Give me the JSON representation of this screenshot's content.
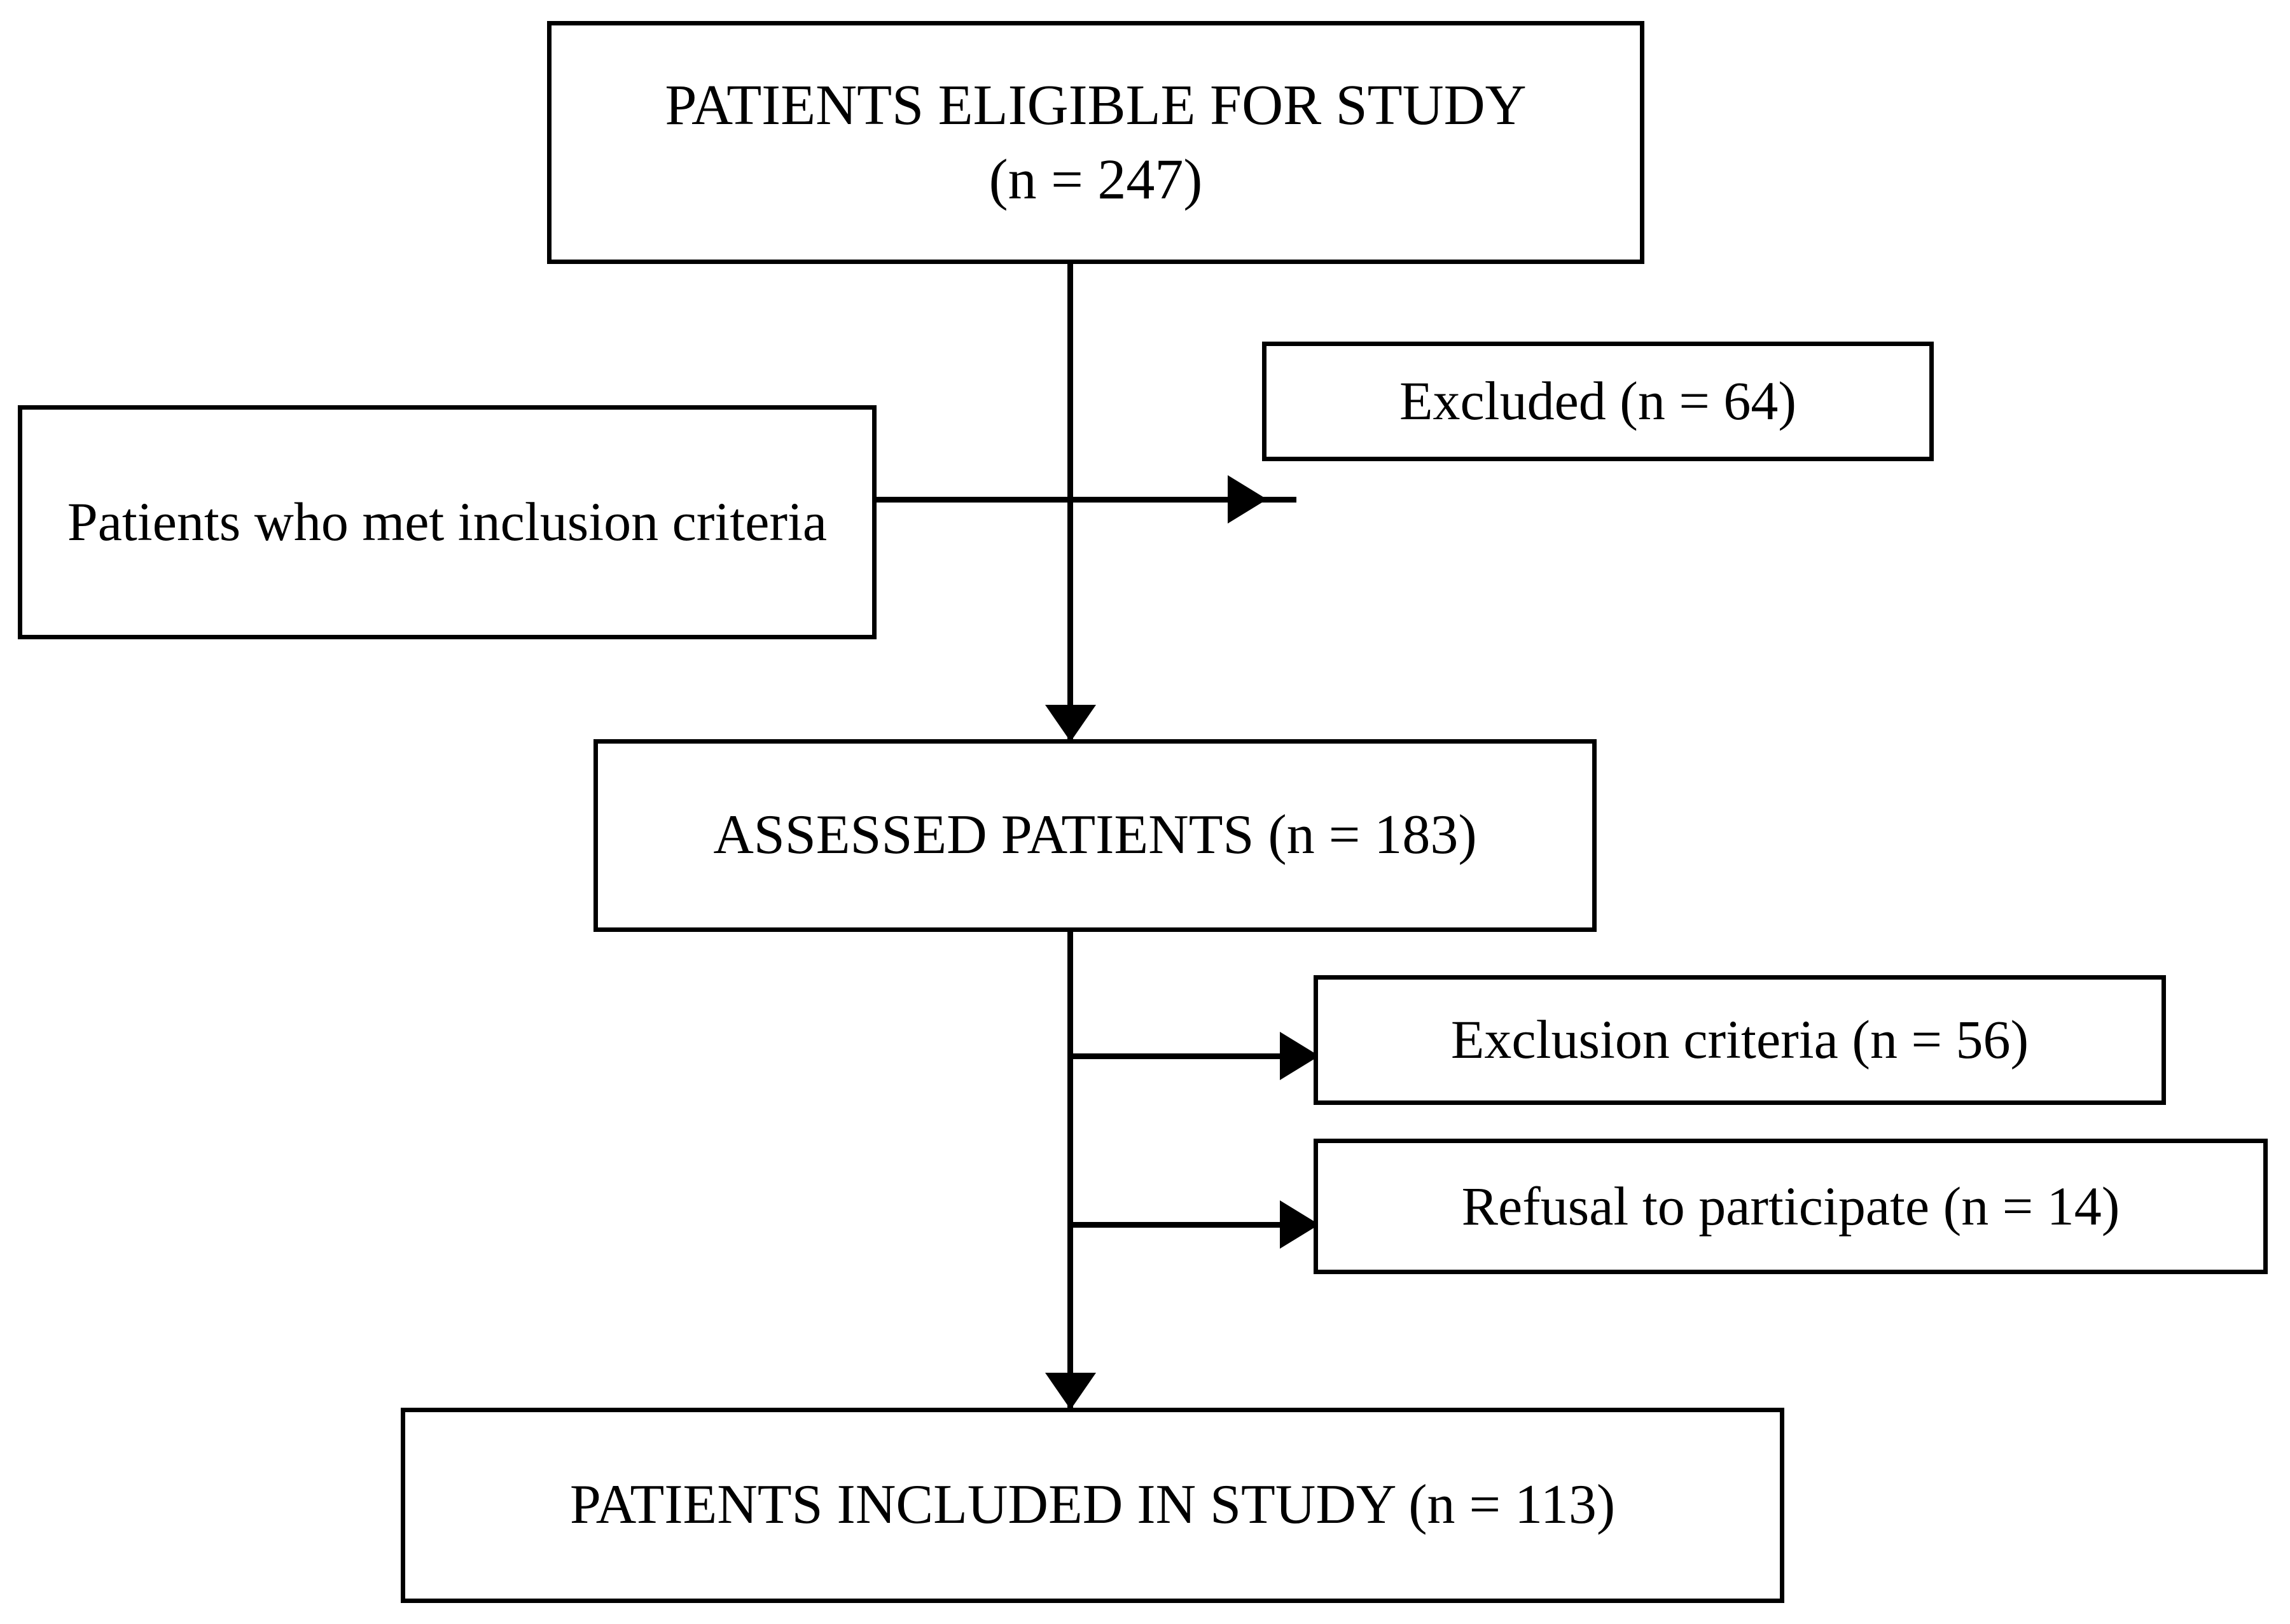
{
  "diagram": {
    "type": "flowchart",
    "title": "Patient selection flow diagram",
    "orientation": "top-to-bottom",
    "colors": {
      "stroke": "#000000",
      "fill": "#ffffff",
      "text": "#000000"
    },
    "nodes": [
      {
        "id": "eligible",
        "label": "PATIENTS ELIGIBLE FOR STUDY\n(n = 247)",
        "line1": "PATIENTS ELIGIBLE FOR STUDY",
        "line2": "(n = 247)",
        "count": 247,
        "case": "uppercase"
      },
      {
        "id": "inclusion",
        "label": "Patients who met inclusion criteria",
        "line1": "Patients who met inclusion",
        "line2": "criteria",
        "count": null,
        "case": "sentence"
      },
      {
        "id": "excluded",
        "label": "Excluded (n = 64)",
        "count": 64,
        "case": "sentence"
      },
      {
        "id": "assessed",
        "label": "ASSESSED PATIENTS (n = 183)",
        "count": 183,
        "case": "uppercase"
      },
      {
        "id": "exclusion-criteria",
        "label": "Exclusion criteria (n = 56)",
        "count": 56,
        "case": "sentence"
      },
      {
        "id": "refusal",
        "label": "Refusal to participate (n = 14)",
        "count": 14,
        "case": "sentence"
      },
      {
        "id": "included",
        "label": "PATIENTS INCLUDED IN STUDY (n = 113)",
        "count": 113,
        "case": "uppercase"
      }
    ],
    "edges": [
      {
        "from": "eligible",
        "to": "assessed",
        "style": "arrow-down"
      },
      {
        "from": "eligible",
        "to": "excluded",
        "style": "arrow-right"
      },
      {
        "from": "assessed",
        "to": "exclusion-criteria",
        "style": "arrow-right"
      },
      {
        "from": "assessed",
        "to": "refusal",
        "style": "arrow-right"
      },
      {
        "from": "assessed",
        "to": "included",
        "style": "arrow-down"
      }
    ]
  }
}
